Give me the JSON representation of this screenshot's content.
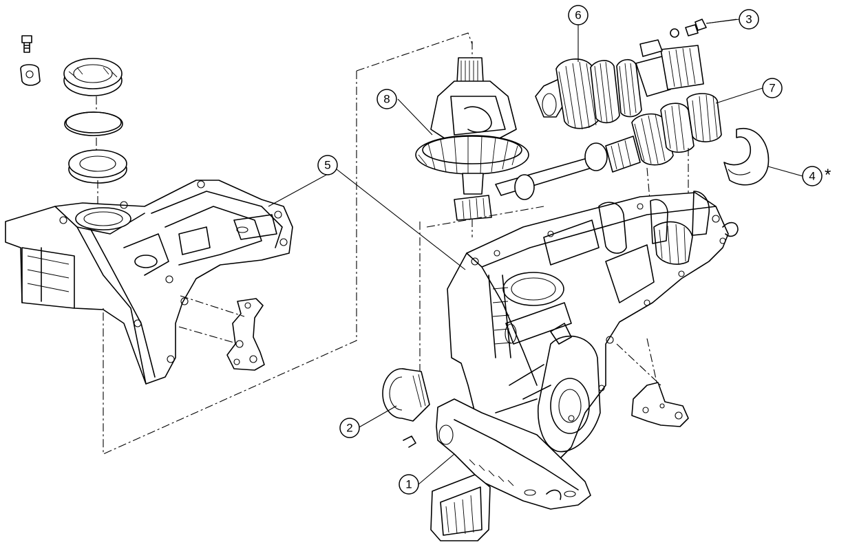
{
  "callouts": [
    {
      "label": "1"
    },
    {
      "label": "2"
    },
    {
      "label": "3"
    },
    {
      "label": "4"
    },
    {
      "label": "5"
    },
    {
      "label": "6"
    },
    {
      "label": "7"
    },
    {
      "label": "8"
    }
  ],
  "asterisk": "*"
}
